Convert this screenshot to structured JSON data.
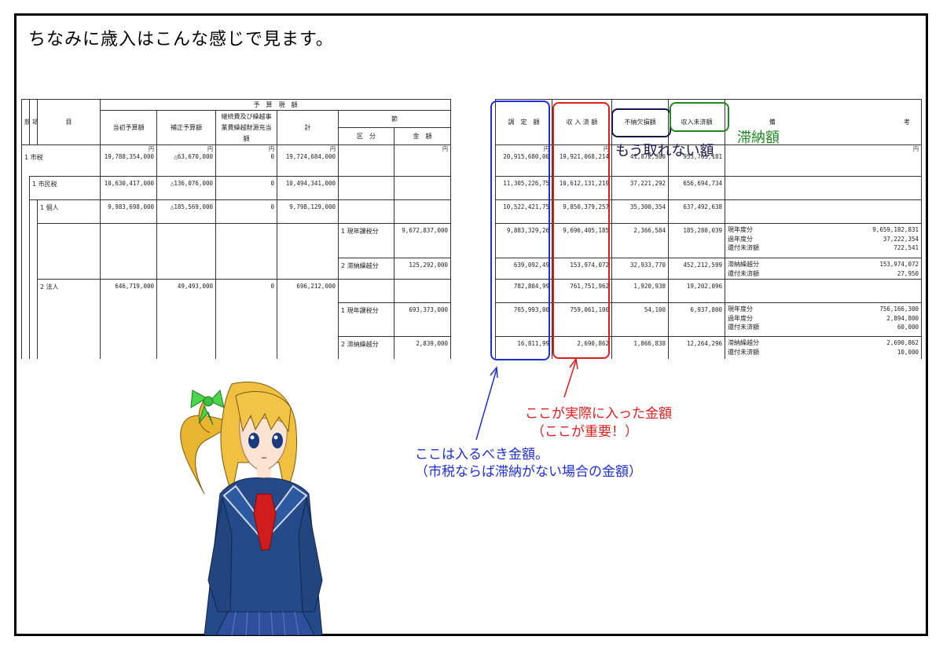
{
  "caption": "ちなみに歳入はこんな感じで見ます。",
  "left_table": {
    "header": {
      "kan": "款",
      "kou": "項",
      "moku": "目",
      "yosan_gengaku": "予　算　現　額",
      "tosho": "当初予算額",
      "hosei": "補正予算額",
      "keizoku": "継続費及び繰越事業費繰越財源充当額",
      "kei": "計",
      "setsu": "節",
      "kubun": "区　分",
      "kingaku": "金　額"
    },
    "unit": "円",
    "rows": [
      {
        "name": "1 市税",
        "tosho": "19,788,354,000",
        "hosei": "△63,670,000",
        "keizoku": "0",
        "kei": "19,724,684,000",
        "kubun": "",
        "kingaku": ""
      },
      {
        "name": "1 市民税",
        "tosho": "10,630,417,000",
        "hosei": "△136,076,000",
        "keizoku": "0",
        "kei": "10,494,341,000",
        "kubun": "",
        "kingaku": ""
      },
      {
        "name": "1 個人",
        "tosho": "9,983,698,000",
        "hosei": "△185,569,000",
        "keizoku": "0",
        "kei": "9,798,129,000",
        "kubun": "",
        "kingaku": ""
      },
      {
        "name": "",
        "tosho": "",
        "hosei": "",
        "keizoku": "",
        "kei": "",
        "kubun": "1 現年課税分",
        "kingaku": "9,672,837,000"
      },
      {
        "name": "",
        "tosho": "",
        "hosei": "",
        "keizoku": "",
        "kei": "",
        "kubun": "2 滞納繰越分",
        "kingaku": "125,292,000"
      },
      {
        "name": "2 法人",
        "tosho": "646,719,000",
        "hosei": "49,493,000",
        "keizoku": "0",
        "kei": "696,212,000",
        "kubun": "",
        "kingaku": ""
      },
      {
        "name": "",
        "tosho": "",
        "hosei": "",
        "keizoku": "",
        "kei": "",
        "kubun": "1 現年課税分",
        "kingaku": "693,373,000"
      },
      {
        "name": "",
        "tosho": "",
        "hosei": "",
        "keizoku": "",
        "kei": "",
        "kubun": "2 滞納繰越分",
        "kingaku": "2,839,000"
      }
    ]
  },
  "right_table": {
    "header": {
      "chotei": "調　定　額",
      "shunyu": "収 入 済 額",
      "funou": "不納欠損額",
      "mishu": "収入未済額",
      "bikou": "備",
      "kou": "考"
    },
    "unit": "円",
    "rows": [
      {
        "chotei": "20,915,680,00",
        "shunyu": "19,921,068,214",
        "funou": "41,872,300",
        "mishu": "953,763,181",
        "notes": []
      },
      {
        "chotei": "11,305,226,75",
        "shunyu": "10,612,131,219",
        "funou": "37,221,292",
        "mishu": "656,694,734",
        "notes": []
      },
      {
        "chotei": "10,522,421,75",
        "shunyu": "9,850,379,257",
        "funou": "35,300,354",
        "mishu": "637,492,638",
        "notes": []
      },
      {
        "chotei": "9,883,329,26",
        "shunyu": "9,696,405,185",
        "funou": "2,366,584",
        "mishu": "185,280,039",
        "notes": [
          {
            "label": "現年度分",
            "value": "9,659,182,831"
          },
          {
            "label": "過年度分",
            "value": "37,222,354"
          },
          {
            "label": "還付未済額",
            "value": "722,541"
          }
        ]
      },
      {
        "chotei": "639,092,49",
        "shunyu": "153,974,072",
        "funou": "32,933,770",
        "mishu": "452,212,599",
        "notes": [
          {
            "label": "滞納繰越分",
            "value": "153,974,072"
          },
          {
            "label": "還付未済額",
            "value": "27,950"
          }
        ]
      },
      {
        "chotei": "782,804,99",
        "shunyu": "761,751,962",
        "funou": "1,920,938",
        "mishu": "19,202,096",
        "notes": []
      },
      {
        "chotei": "765,993,00",
        "shunyu": "759,061,100",
        "funou": "54,100",
        "mishu": "6,937,800",
        "notes": [
          {
            "label": "現年度分",
            "value": "756,166,300"
          },
          {
            "label": "過年度分",
            "value": "2,894,800"
          },
          {
            "label": "還付未済額",
            "value": "60,000"
          }
        ]
      },
      {
        "chotei": "16,811,99",
        "shunyu": "2,690,862",
        "funou": "1,866,838",
        "mishu": "12,264,296",
        "notes": [
          {
            "label": "滞納繰越分",
            "value": "2,690,862"
          },
          {
            "label": "還付未済額",
            "value": "10,000"
          }
        ]
      }
    ]
  },
  "annotations": {
    "shunou": "滞納額",
    "funou": "もう取れない額",
    "shunyu_line1": "ここが実際に入った金額",
    "shunyu_line2": "（ここが重要！）",
    "chotei_line1": "ここは入るべき金額。",
    "chotei_line2": "（市税ならば滞納がない場合の金額）"
  },
  "colors": {
    "blue": "#1f2fd6",
    "red": "#e01d1d",
    "navy": "#16164f",
    "green": "#1f8a1f"
  }
}
